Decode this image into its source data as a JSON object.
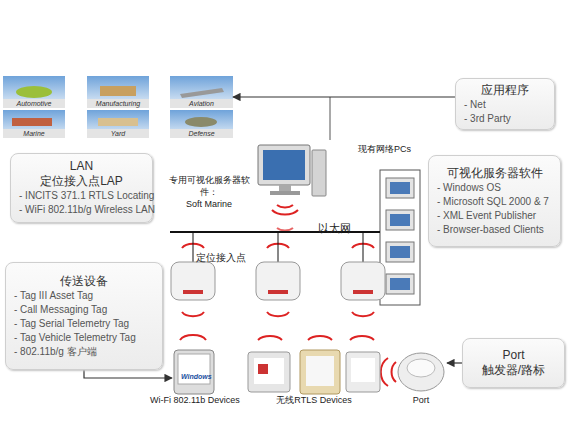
{
  "diagram": {
    "nodes": [
      {
        "text": [
          "Automotive"
        ]
      },
      {
        "text": [
          "Manufacturing"
        ]
      },
      {
        "text": [
          "Aviation"
        ]
      },
      {
        "text": [
          "Marine"
        ]
      },
      {
        "text": [
          "Yard"
        ]
      },
      {
        "text": [
          "Defense"
        ]
      },
      {
        "text": [
          "应用程序",
          "- Net",
          "- 3rd Party"
        ]
      },
      {
        "text": [
          "LAN",
          "定位接入点LAP",
          "- INCITS 371.1 RTLS Locating",
          "- WiFi 802.11b/g Wireless LAN"
        ]
      },
      {
        "text": [
          "专用可视化服务器软件：",
          "Soft Marine"
        ]
      },
      {
        "text": [
          "现有网络PCs"
        ]
      },
      {
        "text": [
          "可视化服务器软件",
          "- Windows OS",
          "- Microsoft SQL 2000 & 7",
          "- XML Event Publisher",
          "- Browser-based Clients"
        ]
      },
      {
        "text": [
          "传送设备",
          "- Tag III Asset Tag",
          "- Call Messaging Tag",
          "- Tag Serial Telemetry Tag",
          "- Tag Vehicle Telemetry Tag",
          "- 802.11b/g 客户端"
        ]
      },
      {
        "text": [
          "Wi-Fi  802.11b Devices"
        ]
      },
      {
        "text": [
          "无线RTLS Devices"
        ]
      },
      {
        "text": [
          "Port"
        ]
      },
      {
        "text": [
          "Port",
          "触发器/路标"
        ]
      }
    ],
    "edges": [
      {
        "from": 6,
        "to": 2,
        "arrow": "to"
      },
      {
        "from": 11,
        "to": 12,
        "arrow": "to"
      },
      {
        "from": 15,
        "to": 14,
        "arrow": "to"
      }
    ],
    "labels": [
      "以太网",
      "定位接入点",
      "Windows"
    ]
  }
}
